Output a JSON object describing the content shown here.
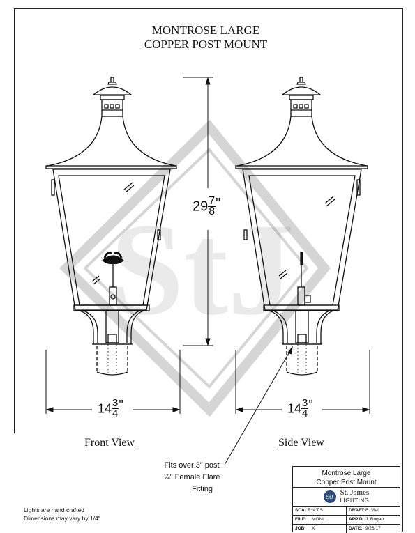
{
  "title": {
    "line1": "MONTROSE LARGE",
    "line2": "COPPER POST MOUNT"
  },
  "dimensions": {
    "height_whole": "29",
    "height_num": "7",
    "height_den": "8",
    "height_unit": "\"",
    "width_whole": "14",
    "width_num": "3",
    "width_den": "4",
    "width_unit": "\""
  },
  "views": {
    "front": "Front View",
    "side": "Side View"
  },
  "fitting_note": {
    "line1": "Fits over 3\" post",
    "line2": "¼\" Female Flare",
    "line3": "Fitting"
  },
  "footnote": {
    "line1": "Lights are hand crafted",
    "line2": "Dimensions may vary by 1/4\""
  },
  "title_block": {
    "project_line1": "Montrose Large",
    "project_line2": "Copper Post Mount",
    "logo_text": "StJ",
    "company": "St. James",
    "company_sub": "LIGHTING",
    "rows": [
      {
        "k1": "SCALE:",
        "v1": "N.T.S.",
        "k2": "DRAFT:",
        "v2": "B. Vial"
      },
      {
        "k1": "FILE:",
        "v1": "MONL",
        "k2": "APP'D:",
        "v2": "J. Rogan"
      },
      {
        "k1": "JOB:",
        "v1": "X",
        "k2": "DATE:",
        "v2": "9/26/17"
      }
    ]
  },
  "watermark": "StJ"
}
